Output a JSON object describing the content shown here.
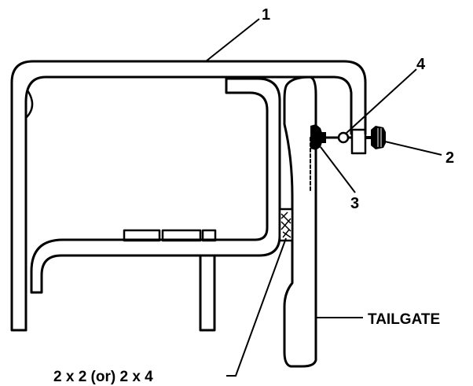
{
  "callouts": {
    "one": "1",
    "two": "2",
    "three": "3",
    "four": "4"
  },
  "labels": {
    "tailgate": "TAILGATE",
    "lumber": "2 x 2 (or) 2 x 4"
  },
  "colors": {
    "ink": "#000000",
    "paper": "#ffffff",
    "shade": "#444444"
  }
}
